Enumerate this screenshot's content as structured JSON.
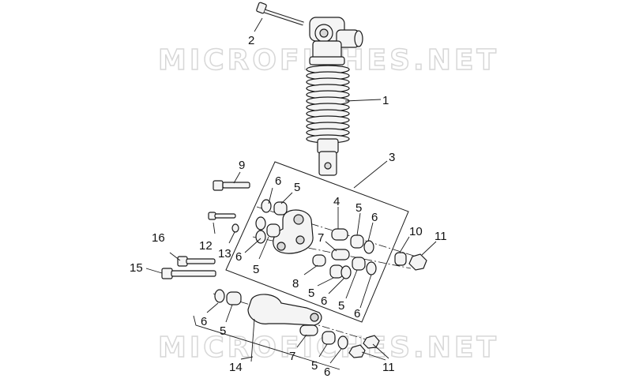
{
  "watermark": {
    "top": "MICROFICHES.NET",
    "bottom": "MICROFICHES.NET"
  },
  "callouts": {
    "c1": "1",
    "c2": "2",
    "c3": "3",
    "c4": "4",
    "c5a": "5",
    "c5b": "5",
    "c5c": "5",
    "c5d": "5",
    "c5e": "5",
    "c5f": "5",
    "c5g": "5",
    "c6a": "6",
    "c6b": "6",
    "c6c": "6",
    "c6d": "6",
    "c6e": "6",
    "c6f": "6",
    "c6g": "6",
    "c7a": "7",
    "c7b": "7",
    "c8": "8",
    "c9": "9",
    "c10": "10",
    "c11a": "11",
    "c11b": "11",
    "c12": "12",
    "c13": "13",
    "c14": "14",
    "c15": "15",
    "c16": "16"
  }
}
